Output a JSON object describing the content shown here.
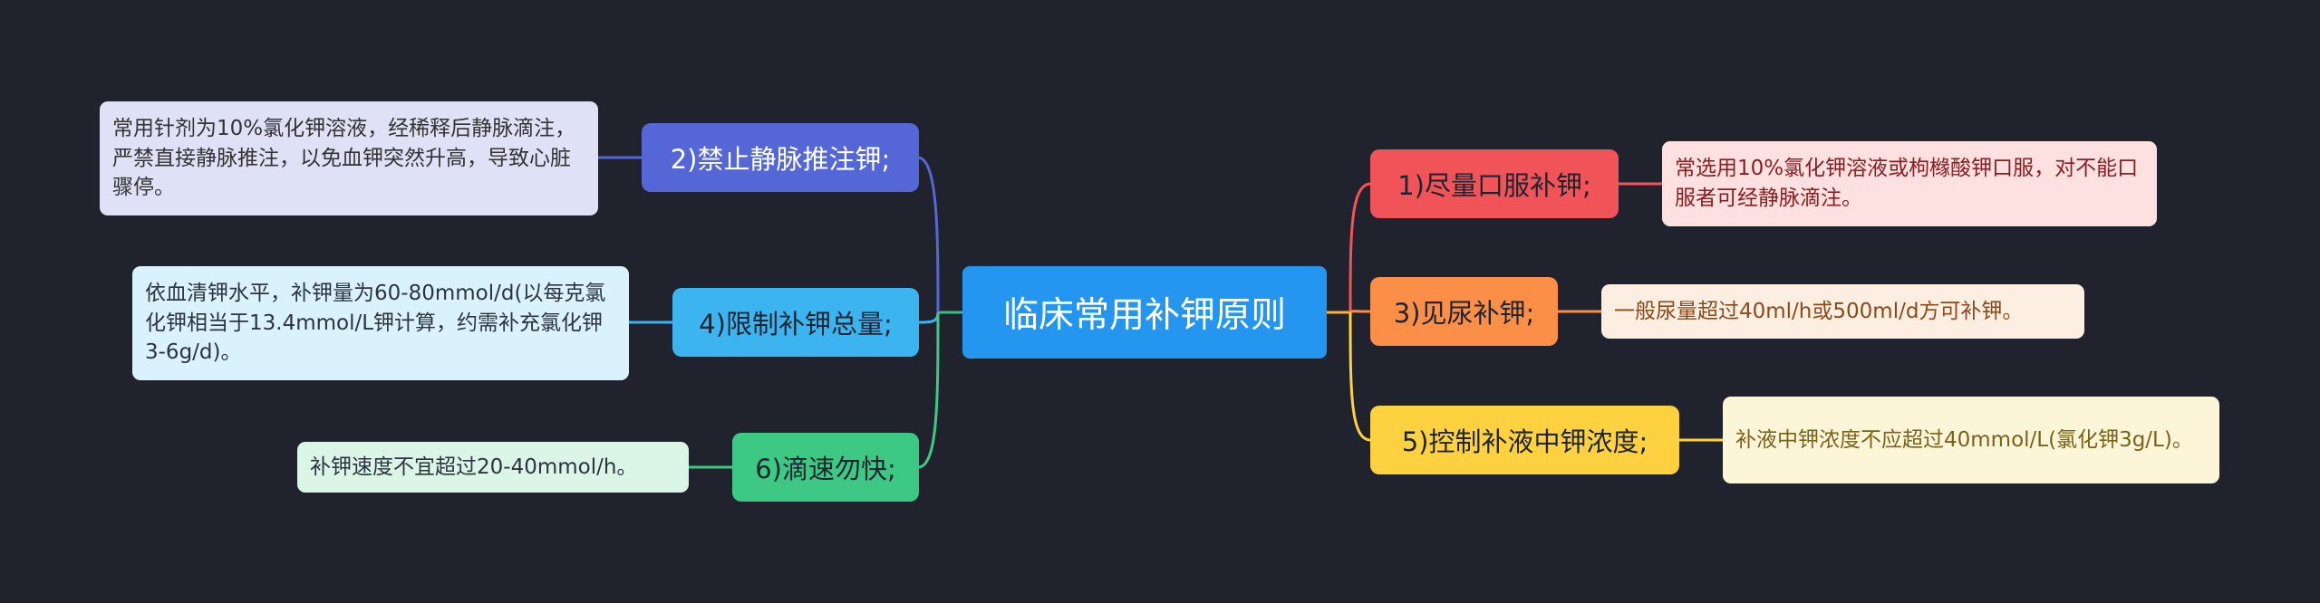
{
  "root": {
    "label": "临床常用补钾原则"
  },
  "left_branches": [
    {
      "label": "2)禁止静脉推注钾;",
      "note": "常用针剂为10%氯化钾溶液，经稀释后静脉滴注，严禁直接静脉推注，以免血钾突然升高，导致心脏骤停。"
    },
    {
      "label": "4)限制补钾总量;",
      "note": "依血清钾水平，补钾量为60-80mmol/d(以每克氯化钾相当于13.4mmol/L钾计算，约需补充氯化钾3-6g/d)。"
    },
    {
      "label": "6)滴速勿快;",
      "note": "补钾速度不宜超过20-40mmol/h。"
    }
  ],
  "right_branches": [
    {
      "label": "1)尽量口服补钾;",
      "note": "常选用10%氯化钾溶液或枸橼酸钾口服，对不能口服者可经静脉滴注。"
    },
    {
      "label": "3)见尿补钾;",
      "note": "一般尿量超过40ml/h或500ml/d方可补钾。"
    },
    {
      "label": "5)控制补液中钾浓度;",
      "note": "补液中钾浓度不应超过40mmol/L(氯化钾3g/L)。"
    }
  ],
  "colors": {
    "background": "#20232e",
    "root": "#2496f0",
    "branch_2": "#5567d6",
    "branch_4": "#3cb4f0",
    "branch_6": "#3dc983",
    "branch_1": "#f05458",
    "branch_3": "#fb8f48",
    "branch_5": "#fdd13f"
  }
}
